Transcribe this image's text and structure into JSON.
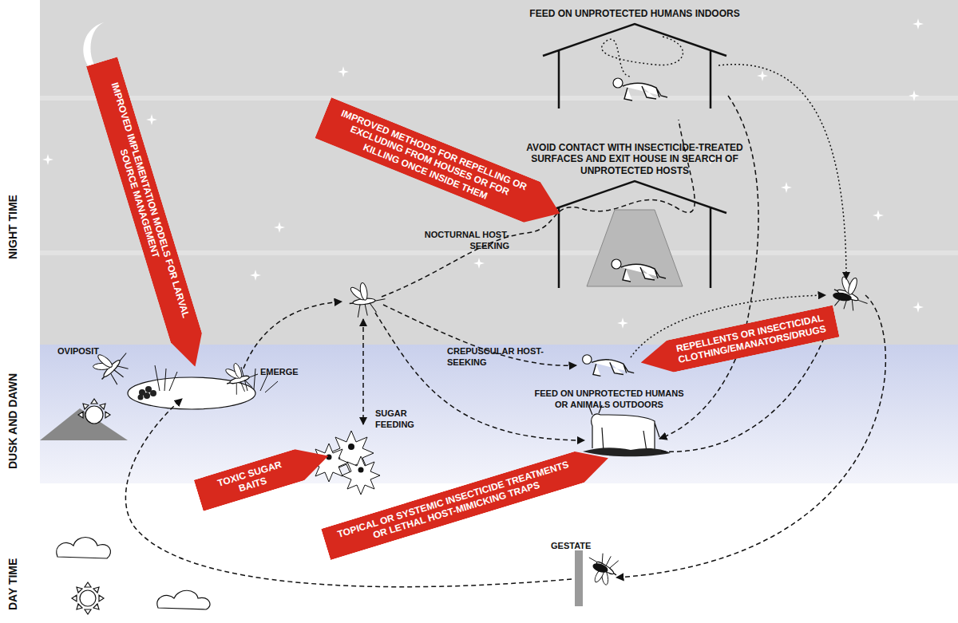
{
  "diagram": {
    "nodes": [
      {
        "text": [
          "FEED ON UNPROTECTED HUMANS INDOORS"
        ]
      },
      {
        "text": [
          "AVOID CONTACT WITH INSECTICIDE-TREATED SURFACES AND EXIT HOUSE IN SEARCH OF UNPROTECTED HOSTS"
        ]
      },
      {
        "text": [
          "IMPROVED IMPLEMENTATION MODELS FOR LARVAL SOURCE MANAGEMENT"
        ]
      },
      {
        "text": [
          "IMPROVED METHODS FOR REPELLING OR EXCLUDING FROM HOUSES OR FOR KILLING ONCE INSIDE THEM"
        ]
      },
      {
        "text": [
          "REPELLENTS OR INSECTICIDAL CLOTHING/EMANATORS/DRUGS"
        ]
      },
      {
        "text": [
          "TOXIC SUGAR BAITS"
        ]
      },
      {
        "text": [
          "TOPICAL OR SYSTEMIC INSECTICIDE TREATMENTS OR LETHAL HOST-MIMICKING TRAPS"
        ]
      }
    ],
    "labels": [
      "NIGHT TIME",
      "DUSK AND DAWN",
      "DAY TIME",
      "OVIPOSIT",
      "EMERGE",
      "NOCTURNAL HOST-SEEKING",
      "CREPUSCULAR HOST-SEEKING",
      "SUGAR FEEDING",
      "FEED ON UNPROTECTED HUMANS OR ANIMALS OUTDOORS",
      "GESTATE"
    ]
  }
}
